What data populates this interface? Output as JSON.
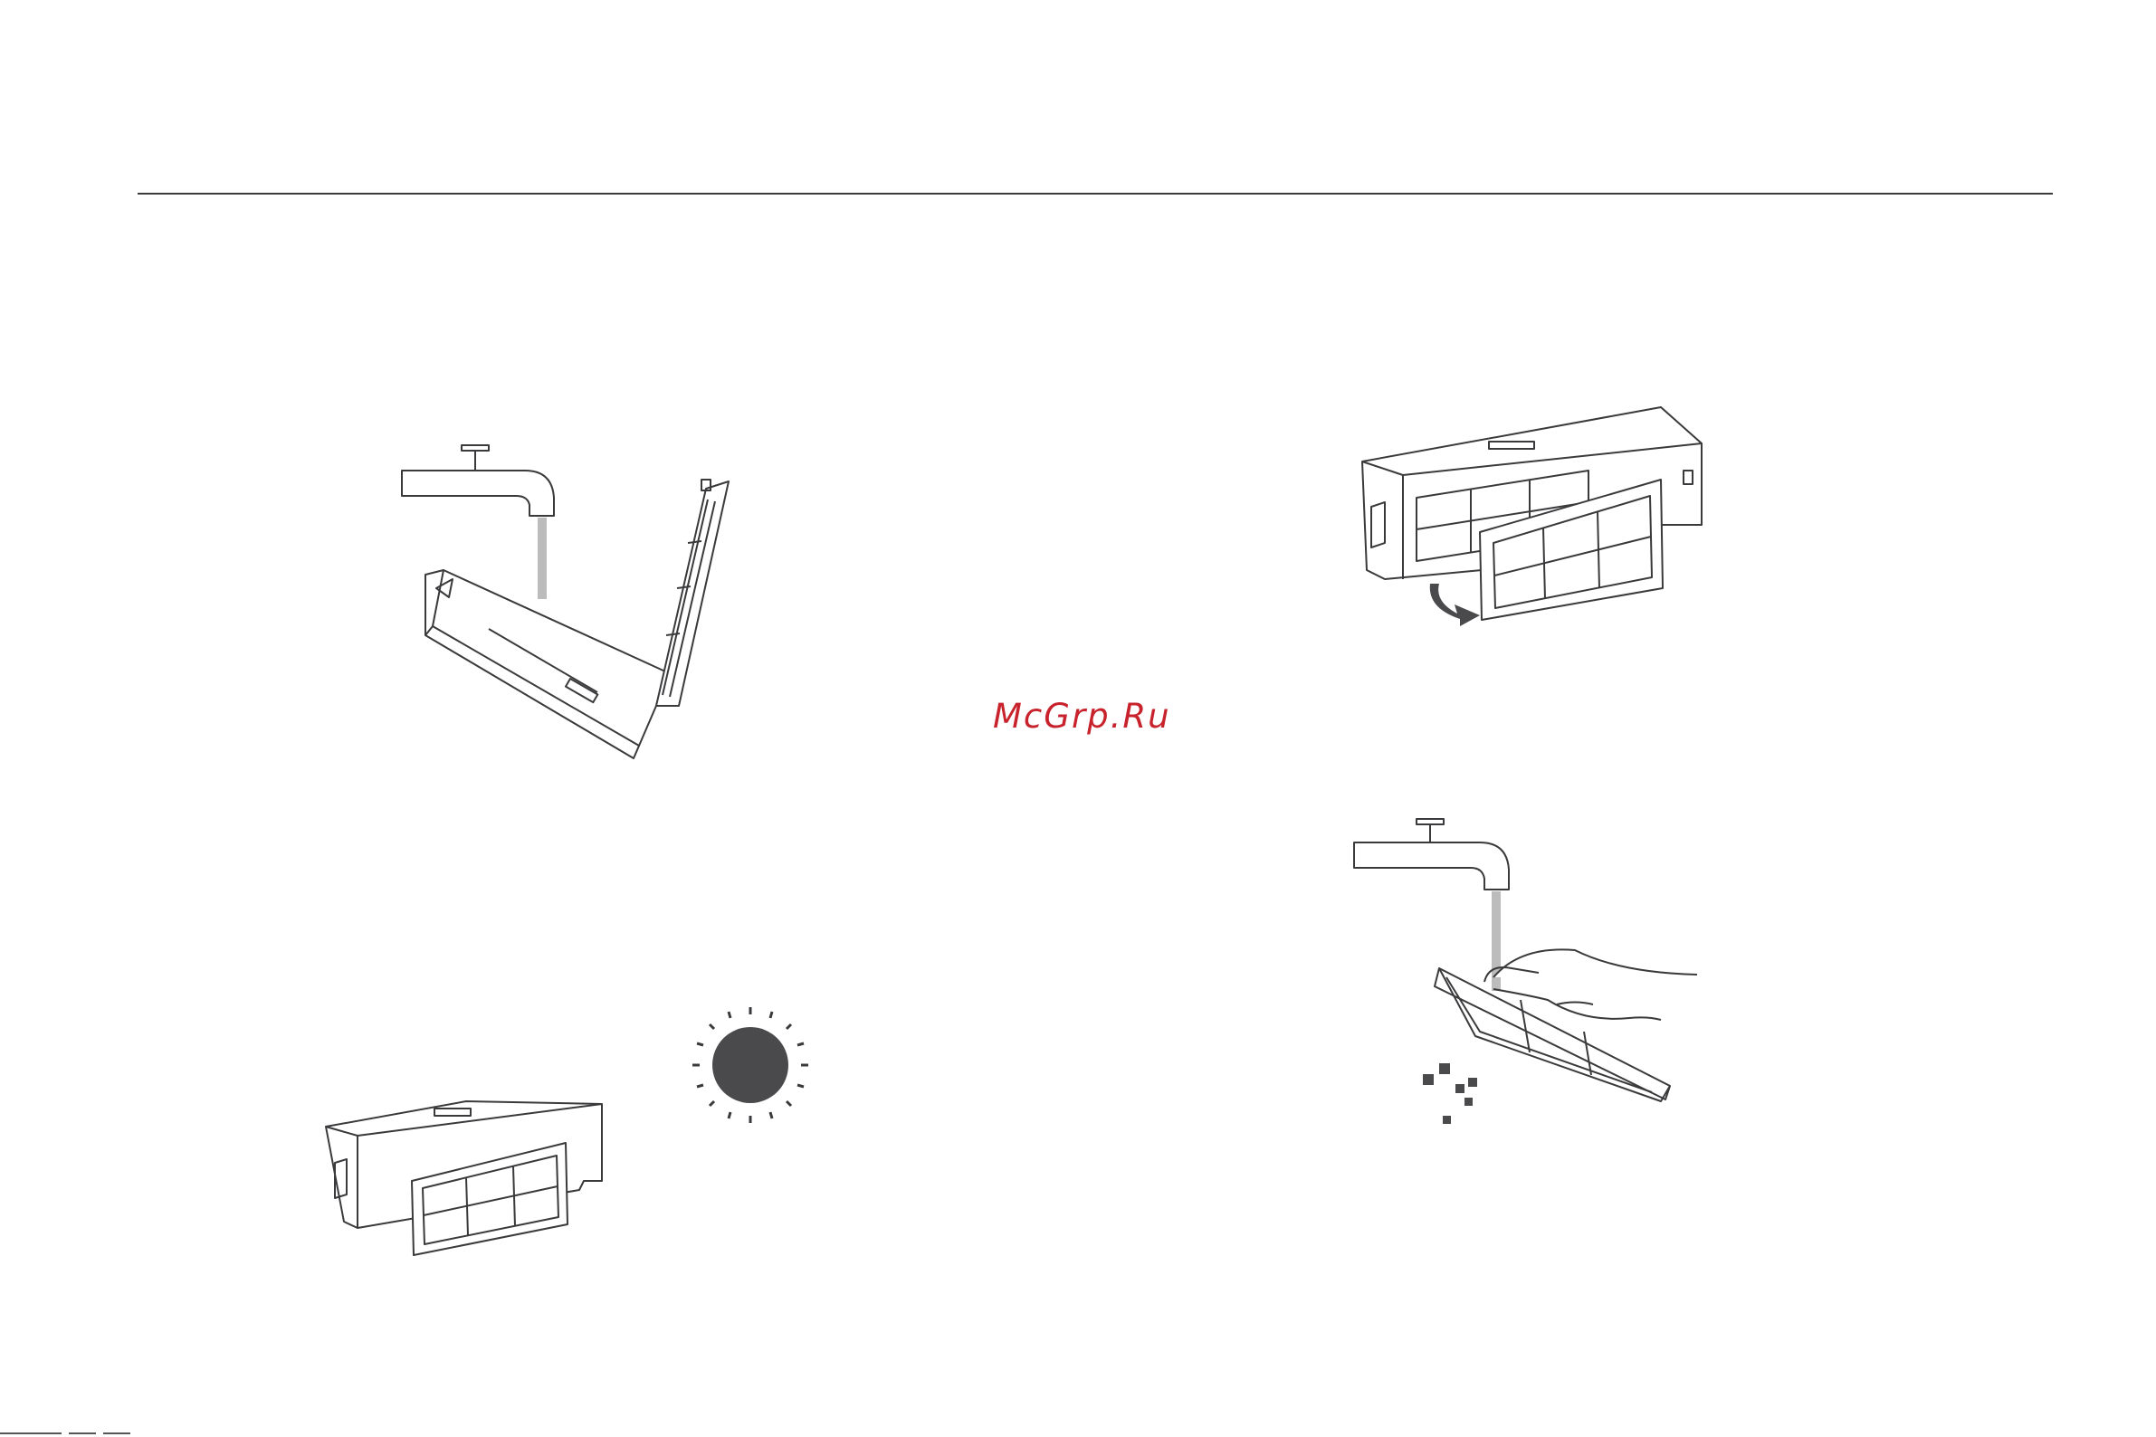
{
  "watermark": {
    "text": "McGrp.Ru",
    "color": "#c8232c"
  },
  "colors": {
    "line": "#3a3a3c",
    "water": "#bcbcbc",
    "sun": "#4a4a4d",
    "arrow": "#4a4a4d",
    "debris": "#4a4a4d"
  },
  "illustrations": [
    {
      "name": "rinse-tank-under-tap",
      "icon": "faucet-icon"
    },
    {
      "name": "remove-filter-from-tank",
      "icon": "filter-arrow-icon"
    },
    {
      "name": "rinse-filter-by-hand",
      "icon": "hand-filter-icon"
    },
    {
      "name": "air-dry-in-sun",
      "icon": "sun-icon"
    }
  ]
}
